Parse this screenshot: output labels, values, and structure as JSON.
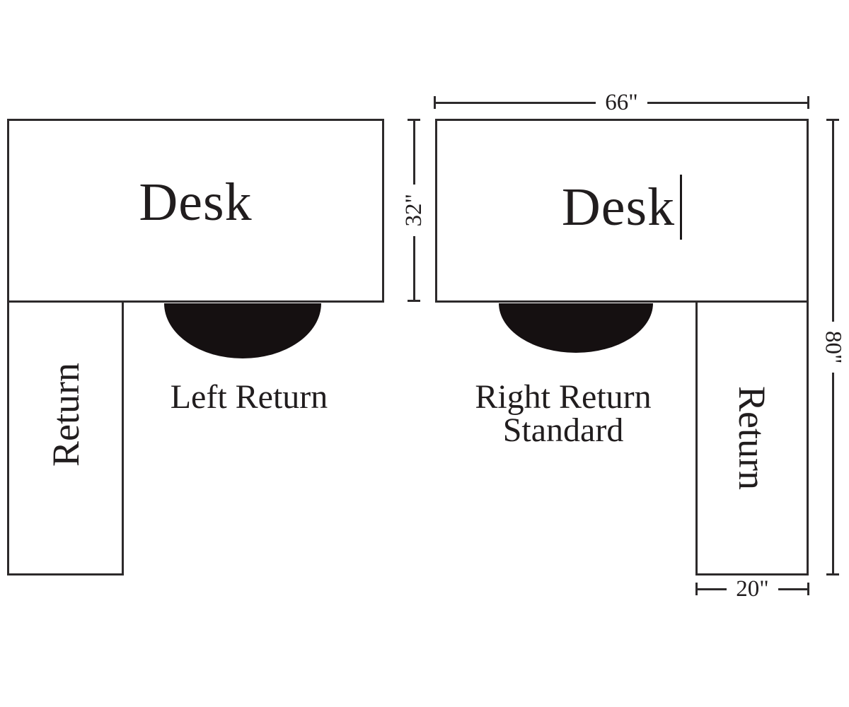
{
  "left_config": {
    "desk_label": "Desk",
    "return_label": "Return",
    "caption": "Left Return"
  },
  "right_config": {
    "desk_label": "Desk",
    "return_label": "Return",
    "caption_line1": "Right Return",
    "caption_line2": "Standard"
  },
  "dimensions": {
    "top_width": "66\"",
    "desk_depth": "32\"",
    "total_depth": "80\"",
    "return_width": "20\""
  },
  "colors": {
    "line": "#2d2a2b",
    "text": "#211d1e",
    "chair_fill": "#151011",
    "background": "#ffffff"
  }
}
